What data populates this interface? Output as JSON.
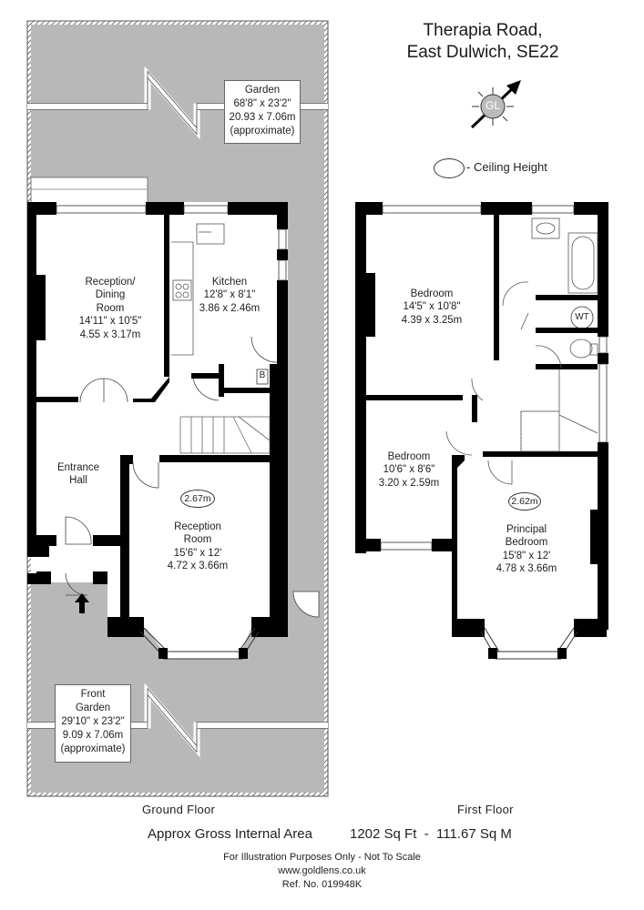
{
  "header": {
    "address_line1": "Therapia Road,",
    "address_line2": "East Dulwich, SE22"
  },
  "compass": {
    "logo_text": "GL",
    "icon": "north-arrow-icon"
  },
  "legend": {
    "ceiling_height_label": "- Ceiling Height"
  },
  "ground_floor": {
    "label": "Ground Floor",
    "garden": {
      "name": "Garden",
      "imperial": "68'8\" x 23'2\"",
      "metric": "20.93 x 7.06m",
      "note": "(approximate)"
    },
    "front_garden": {
      "name_line1": "Front",
      "name_line2": "Garden",
      "imperial": "29'10\" x 23'2\"",
      "metric": "9.09 x 7.06m",
      "note": "(approximate)"
    },
    "reception_dining": {
      "name_line1": "Reception/",
      "name_line2": "Dining",
      "name_line3": "Room",
      "imperial": "14'11\" x 10'5\"",
      "metric": "4.55 x 3.17m"
    },
    "kitchen": {
      "name": "Kitchen",
      "imperial": "12'8\" x 8'1\"",
      "metric": "3.86 x 2.46m",
      "boiler_label": "B"
    },
    "entrance_hall": {
      "name_line1": "Entrance",
      "name_line2": "Hall"
    },
    "reception_room": {
      "name_line1": "Reception",
      "name_line2": "Room",
      "imperial": "15'6\" x 12'",
      "metric": "4.72 x 3.66m",
      "ceiling_height": "2.67m"
    }
  },
  "first_floor": {
    "label": "First Floor",
    "bedroom_rear": {
      "name": "Bedroom",
      "imperial": "14'5\" x 10'8\"",
      "metric": "4.39 x 3.25m"
    },
    "bedroom_small": {
      "name": "Bedroom",
      "imperial": "10'6\" x 8'6\"",
      "metric": "3.20 x 2.59m"
    },
    "principal_bedroom": {
      "name_line1": "Principal",
      "name_line2": "Bedroom",
      "imperial": "15'8\" x 12'",
      "metric": "4.78 x 3.66m",
      "ceiling_height": "2.62m"
    },
    "water_tank_label": "WT"
  },
  "summary": {
    "area_label": "Approx Gross Internal Area",
    "area_value": "1202 Sq Ft  -  111.67 Sq M",
    "disclaimer": "For Illustration Purposes Only - Not To Scale",
    "website": "www.goldlens.co.uk",
    "reference": "Ref. No. 019948K"
  },
  "colors": {
    "wall": "#000000",
    "garden_fill": "#b8b8b8",
    "background": "#ffffff"
  }
}
